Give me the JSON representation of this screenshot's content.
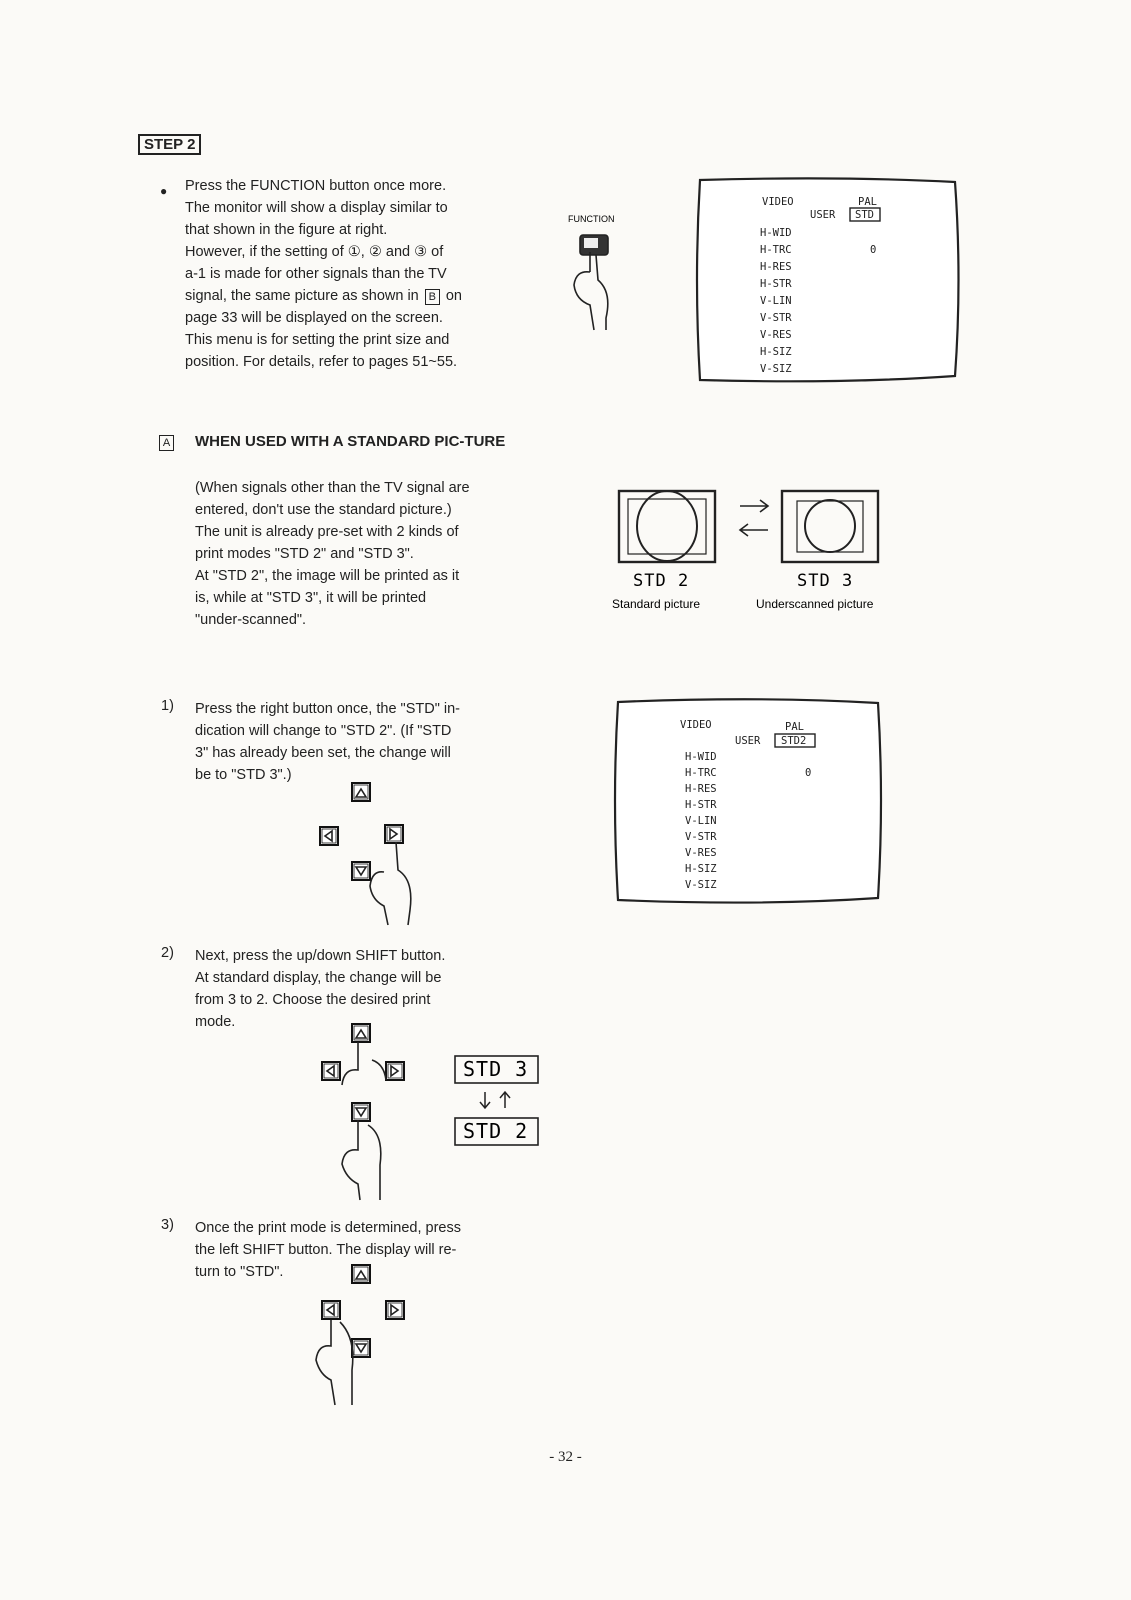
{
  "step_label": "STEP 2",
  "bullet": {
    "lines": [
      "Press the FUNCTION button once more.",
      "The monitor will show a display similar to",
      "that shown in the figure at right.",
      "However, if the setting of ①, ② and ③ of",
      "a-1 is made for other signals than the TV",
      "signal, the same picture as shown in",
      "page 33 will be displayed on the screen.",
      "This menu is for setting the print size and",
      "position. For details, refer to pages 51~55."
    ],
    "boxed_ref": "B",
    "ref_suffix": "on"
  },
  "sectionA": {
    "box_letter": "A",
    "title": "WHEN USED WITH A STANDARD PIC-TURE",
    "body": [
      "(When signals other than the TV signal are",
      "entered, don't use the standard picture.)",
      "The unit is already pre-set with 2 kinds of",
      "print modes \"STD 2\" and \"STD 3\".",
      "At \"STD 2\", the image will be printed as it",
      "is, while at \"STD 3\", it will be printed",
      "\"under-scanned\"."
    ]
  },
  "steps": [
    {
      "num": "1)",
      "lines": [
        "Press the right button once, the \"STD\" in-",
        "dication will change to \"STD 2\". (If \"STD",
        "3\" has already been set, the change will",
        "be to \"STD 3\".)"
      ]
    },
    {
      "num": "2)",
      "lines": [
        "Next, press the up/down SHIFT button.",
        "At standard display, the change will be",
        "from 3 to 2. Choose the desired print",
        "mode."
      ]
    },
    {
      "num": "3)",
      "lines": [
        "Once the print mode is determined, press",
        "the left SHIFT button. The display will re-",
        "turn to \"STD\"."
      ]
    }
  ],
  "function_label": "FUNCTION",
  "menu1": {
    "video": "VIDEO",
    "pal": "PAL",
    "user": "USER",
    "mode": "STD",
    "value": "0",
    "items": [
      "H-WID",
      "H-TRC",
      "H-RES",
      "H-STR",
      "V-LIN",
      "V-STR",
      "V-RES",
      "H-SIZ",
      "V-SIZ"
    ]
  },
  "menu2": {
    "video": "VIDEO",
    "pal": "PAL",
    "user": "USER",
    "mode": "STD2",
    "value": "0",
    "items": [
      "H-WID",
      "H-TRC",
      "H-RES",
      "H-STR",
      "V-LIN",
      "V-STR",
      "V-RES",
      "H-SIZ",
      "V-SIZ"
    ]
  },
  "std_compare": {
    "left_label": "STD 2",
    "left_caption": "Standard picture",
    "right_label": "STD 3",
    "right_caption": "Underscanned picture"
  },
  "std_toggle": {
    "top": "STD 3",
    "bottom": "STD 2"
  },
  "page_number": "- 32 -"
}
